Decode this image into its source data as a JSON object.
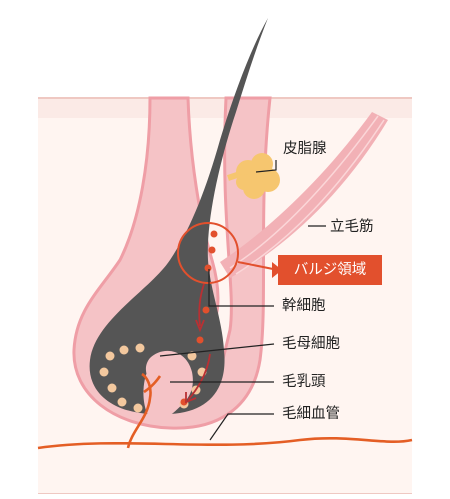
{
  "labels": {
    "sebaceous_gland": "皮脂腺",
    "arrector_pili": "立毛筋",
    "bulge_region": "バルジ領域",
    "stem_cells": "幹細胞",
    "matrix_cells": "毛母細胞",
    "dermal_papilla": "毛乳頭",
    "capillary": "毛細血管"
  },
  "colors": {
    "skin": "#fbeae6",
    "skin_inner": "#fff5f1",
    "follicle": "#f5c3c6",
    "follicle_edge": "#ef9ea6",
    "hair": "#555555",
    "gland": "#f6c66f",
    "muscle": "#f2b1b6",
    "cells": "#f3c89e",
    "accent": "#e2502d",
    "vessel": "#e45e25",
    "arrow": "#b93033",
    "text": "#222222"
  }
}
